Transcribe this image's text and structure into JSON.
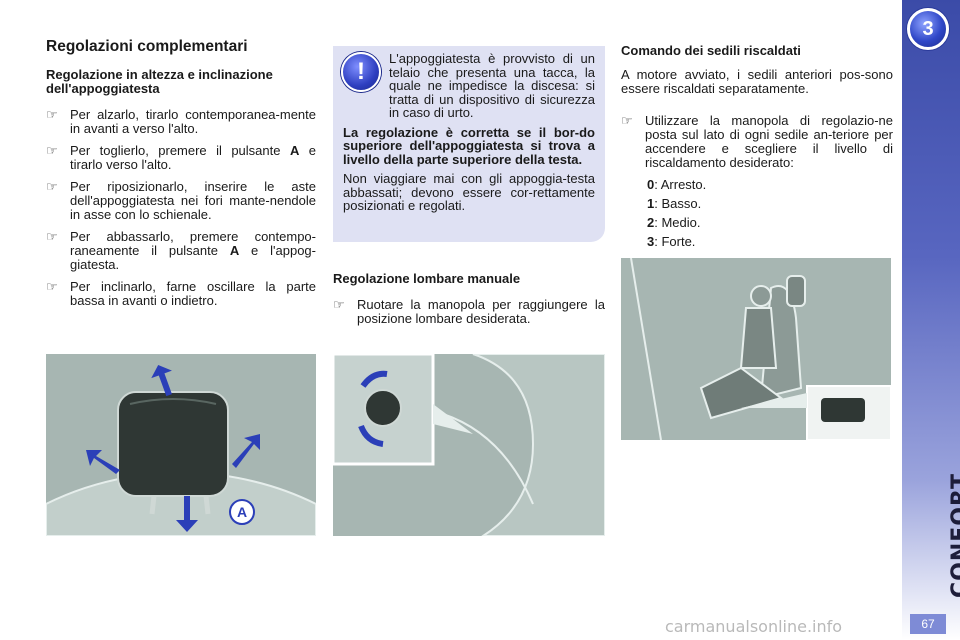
{
  "sidebar": {
    "chapter": "3",
    "title": "CONFORT",
    "page_number": "67"
  },
  "col1": {
    "title": "Regolazioni complementari",
    "subtitle": "Regolazione in altezza e inclinazione dell'appoggiatesta",
    "steps": [
      {
        "text": "Per alzarlo, tirarlo contemporanea-mente in avanti a verso l'alto."
      },
      {
        "text_before": "Per toglierlo, premere il pulsante ",
        "bold": "A",
        "text_after": " e tirarlo verso l'alto."
      },
      {
        "text": "Per riposizionarlo, inserire le aste dell'appoggiatesta nei fori mante-nendole in asse con lo schienale."
      },
      {
        "text_before": "Per abbassarlo, premere contempo-raneamente il pulsante ",
        "bold": "A",
        "text_after": " e l'appog-giatesta."
      },
      {
        "text": "Per inclinarlo, farne oscillare la parte bassa in avanti o indietro."
      }
    ]
  },
  "info_box": {
    "icon": "!",
    "p1": "L'appoggiatesta è provvisto di un telaio che presenta una tacca, la quale ne impedisce la discesa: si tratta di un dispositivo di sicurezza in caso di urto.",
    "p2": "La regolazione è corretta se il bor-do superiore dell'appoggiatesta si trova a livello della parte superiore della testa.",
    "p3": "Non viaggiare mai con gli appoggia-testa abbassati; devono essere cor-rettamente posizionati e regolati."
  },
  "lumbar": {
    "title": "Regolazione lombare manuale",
    "step": "Ruotare la manopola per raggiungere la posizione lombare desiderata."
  },
  "col3": {
    "title": "Comando dei sedili riscaldati",
    "intro": "A motore avviato, i sedili anteriori pos-sono essere riscaldati separatamente.",
    "step": "Utilizzare la manopola di regolazio-ne posta sul lato di ogni sedile an-teriore per accendere e scegliere il livello di riscaldamento desiderato:",
    "levels": [
      {
        "num": "0",
        "label": ": Arresto."
      },
      {
        "num": "1",
        "label": ": Basso."
      },
      {
        "num": "2",
        "label": ": Medio."
      },
      {
        "num": "3",
        "label": ": Forte."
      }
    ]
  },
  "images": {
    "headrest_label": "A"
  },
  "watermark": "carmanualsonline.info",
  "colors": {
    "accent": "#3b4ba8",
    "info_bg": "#dfe1f3",
    "illustration_bg": "#a7b6b2",
    "arrow": "#2b3fb8"
  },
  "bullet_icon": "pointing-hand-icon"
}
